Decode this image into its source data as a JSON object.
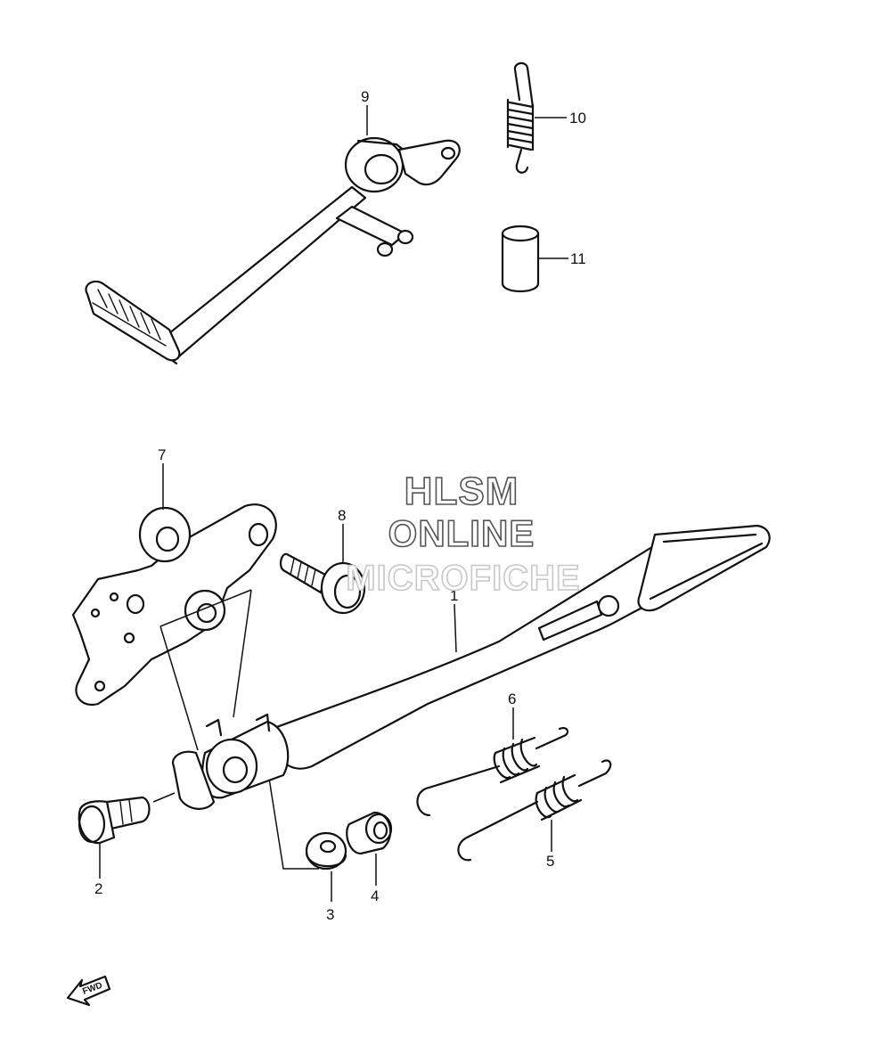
{
  "callouts": {
    "p1": "1",
    "p2": "2",
    "p3": "3",
    "p4": "4",
    "p5": "5",
    "p6": "6",
    "p7": "7",
    "p8": "8",
    "p9": "9",
    "p10": "10",
    "p11": "11"
  },
  "watermark": {
    "line1": "HLSM",
    "line2": "ONLINE",
    "line3": "MICROFICHE"
  },
  "direction_arrow": {
    "label": "FWD",
    "icon": "fwd-arrow-icon"
  }
}
